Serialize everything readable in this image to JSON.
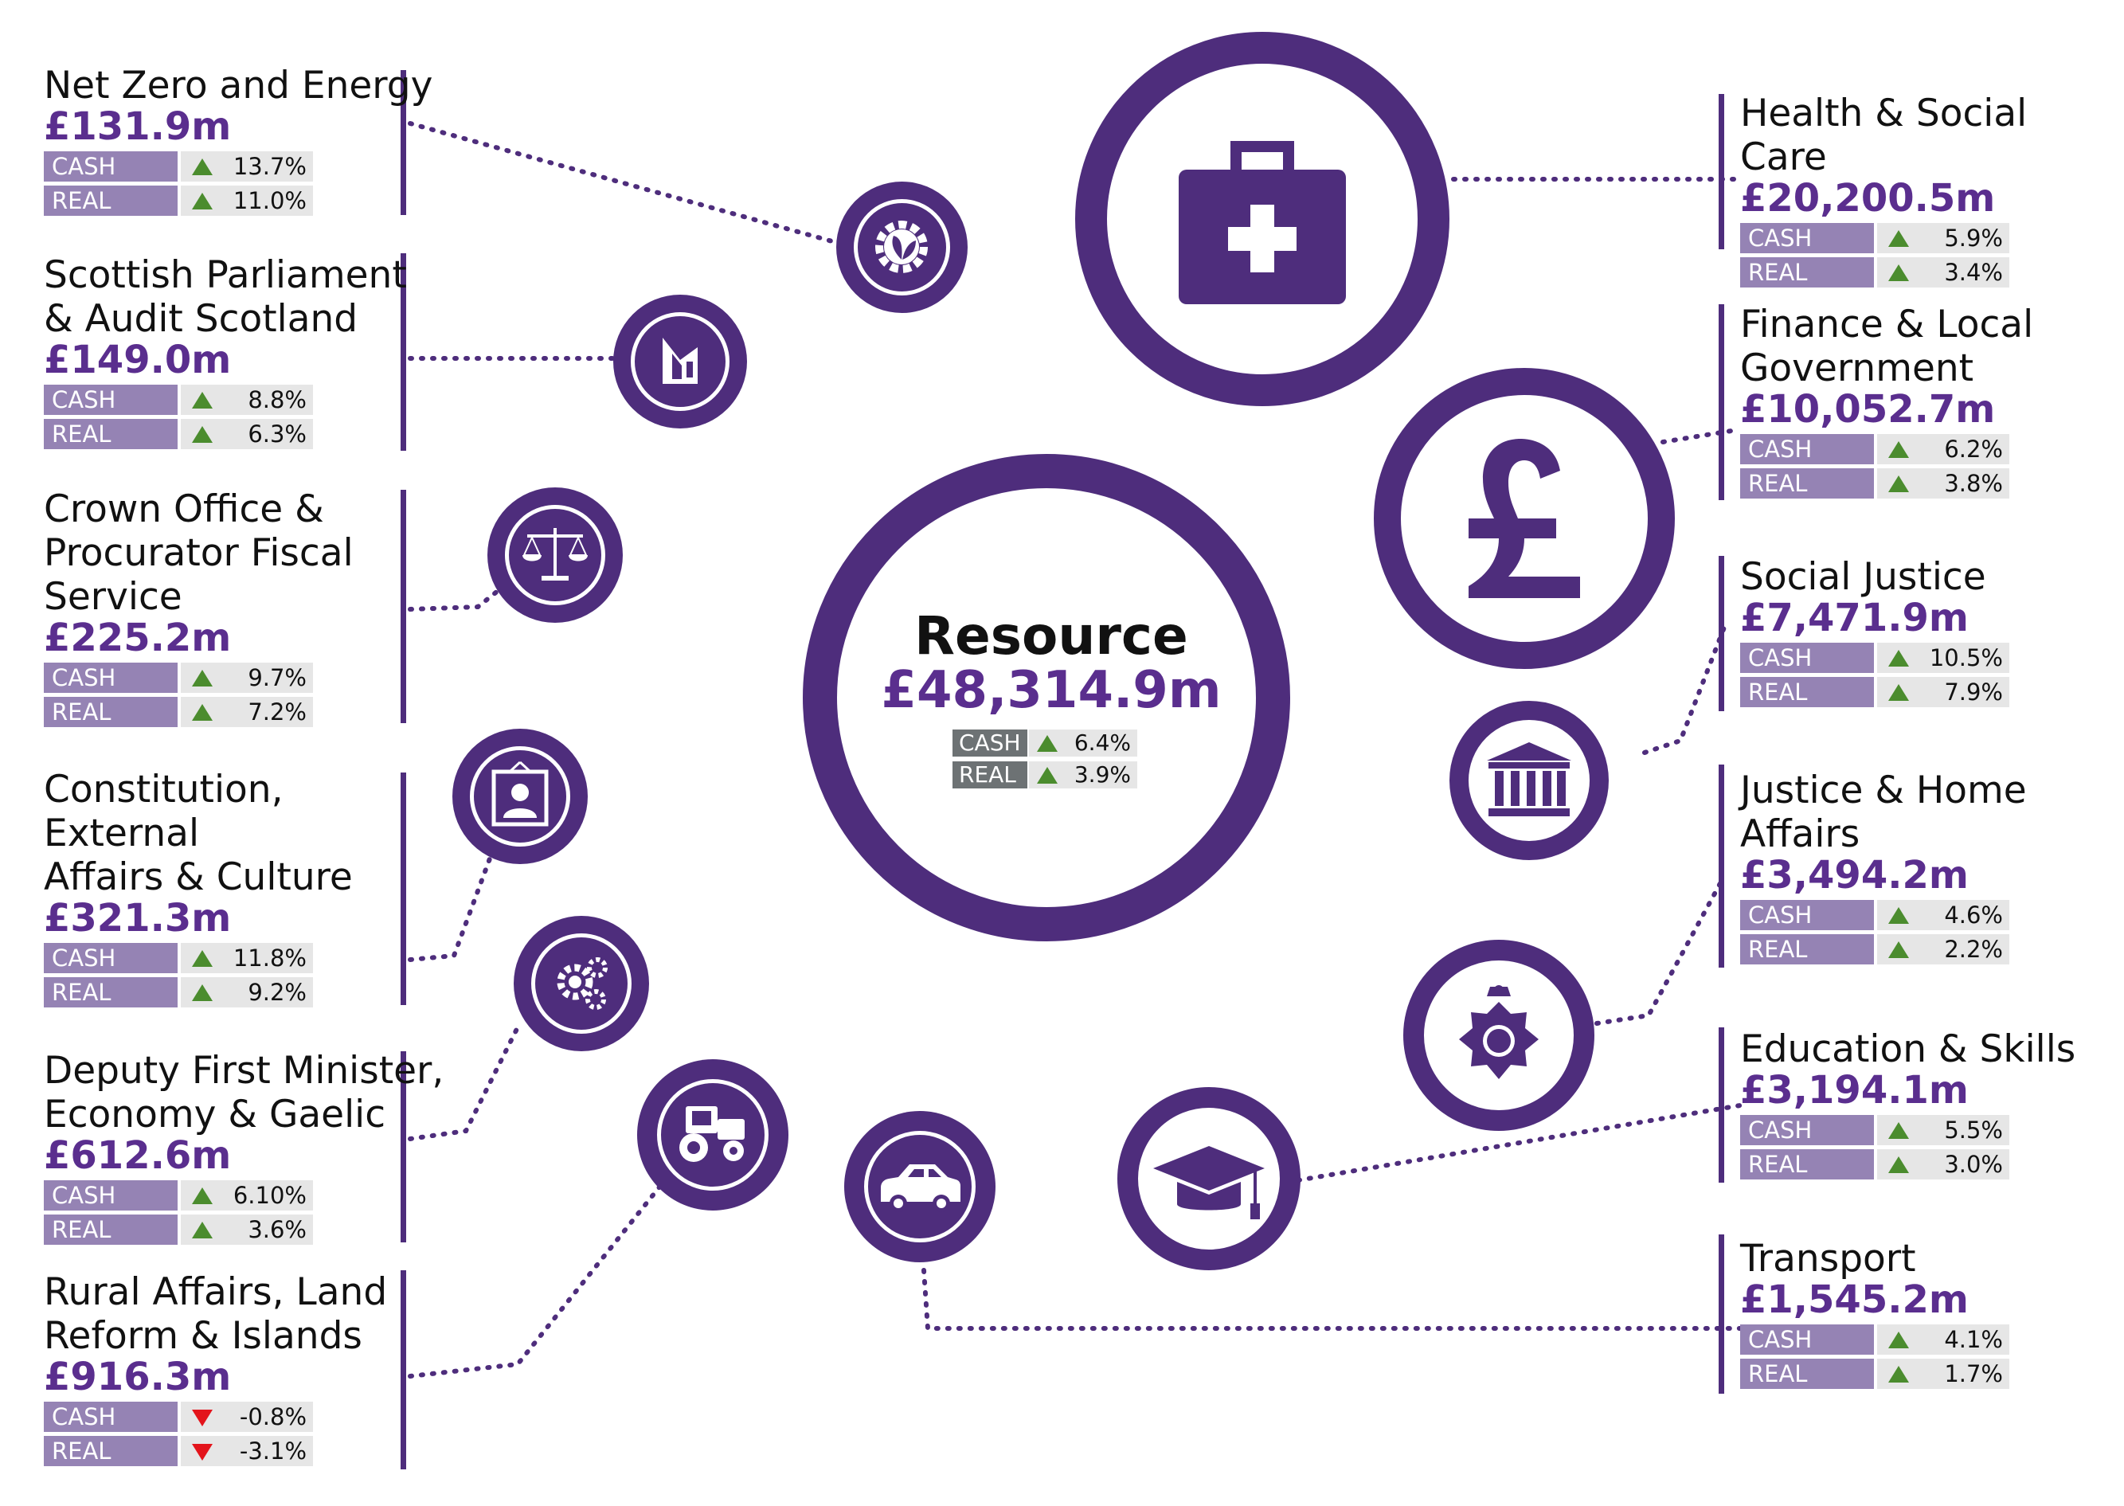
{
  "resource": {
    "title": "Resource",
    "amount": "£48,314.9m",
    "cash_label": "CASH",
    "real_label": "REAL",
    "cash_change": "6.4%",
    "real_change": "3.9%"
  },
  "portfolios_left": [
    {
      "name": "Net Zero and Energy",
      "amount": "£131.9m",
      "cash_label": "CASH",
      "cash": "13.7%",
      "cash_dir": "up",
      "real_label": "REAL",
      "real": "11.0%",
      "real_dir": "up",
      "icon": "gear-leaf-icon"
    },
    {
      "name": "Scottish Parliament\n& Audit Scotland",
      "amount": "£149.0m",
      "cash_label": "CASH",
      "cash": "8.8%",
      "cash_dir": "up",
      "real_label": "REAL",
      "real": "6.3%",
      "real_dir": "up",
      "icon": "parliament-building-icon"
    },
    {
      "name": "Crown Office &\nProcurator Fiscal\nService",
      "amount": "£225.2m",
      "cash_label": "CASH",
      "cash": "9.7%",
      "cash_dir": "up",
      "real_label": "REAL",
      "real": "7.2%",
      "real_dir": "up",
      "icon": "scales-icon"
    },
    {
      "name": "Constitution,\nExternal\nAffairs & Culture",
      "amount": "£321.3m",
      "cash_label": "CASH",
      "cash": "11.8%",
      "cash_dir": "up",
      "real_label": "REAL",
      "real": "9.2%",
      "real_dir": "up",
      "icon": "portrait-frame-icon"
    },
    {
      "name": "Deputy First Minister,\nEconomy & Gaelic",
      "amount": "£612.6m",
      "cash_label": "CASH",
      "cash": "6.10%",
      "cash_dir": "up",
      "real_label": "REAL",
      "real": "3.6%",
      "real_dir": "up",
      "icon": "gears-icon"
    },
    {
      "name": "Rural Affairs, Land\nReform & Islands",
      "amount": "£916.3m",
      "cash_label": "CASH",
      "cash": "-0.8%",
      "cash_dir": "down",
      "real_label": "REAL",
      "real": "-3.1%",
      "real_dir": "down",
      "icon": "tractor-icon"
    }
  ],
  "portfolios_right": [
    {
      "name": "Health & Social Care",
      "amount": "£20,200.5m",
      "cash_label": "CASH",
      "cash": "5.9%",
      "cash_dir": "up",
      "real_label": "REAL",
      "real": "3.4%",
      "real_dir": "up",
      "icon": "medical-bag-icon"
    },
    {
      "name": "Finance & Local\nGovernment",
      "amount": "£10,052.7m",
      "cash_label": "CASH",
      "cash": "6.2%",
      "cash_dir": "up",
      "real_label": "REAL",
      "real": "3.8%",
      "real_dir": "up",
      "icon": "pound-sign-icon"
    },
    {
      "name": "Social Justice",
      "amount": "£7,471.9m",
      "cash_label": "CASH",
      "cash": "10.5%",
      "cash_dir": "up",
      "real_label": "REAL",
      "real": "7.9%",
      "real_dir": "up",
      "icon": "columns-building-icon"
    },
    {
      "name": "Justice & Home\nAffairs",
      "amount": "£3,494.2m",
      "cash_label": "CASH",
      "cash": "4.6%",
      "cash_dir": "up",
      "real_label": "REAL",
      "real": "2.2%",
      "real_dir": "up",
      "icon": "police-badge-icon"
    },
    {
      "name": "Education & Skills",
      "amount": "£3,194.1m",
      "cash_label": "CASH",
      "cash": "5.5%",
      "cash_dir": "up",
      "real_label": "REAL",
      "real": "3.0%",
      "real_dir": "up",
      "icon": "graduation-cap-icon"
    },
    {
      "name": "Transport",
      "amount": "£1,545.2m",
      "cash_label": "CASH",
      "cash": "4.1%",
      "cash_dir": "up",
      "real_label": "REAL",
      "real": "1.7%",
      "real_dir": "up",
      "icon": "car-icon"
    }
  ],
  "colors": {
    "purple": "#4e2d7c",
    "amount_purple": "#5a2e8e",
    "label_purple": "#9583b4",
    "up_green": "#4b8c2e",
    "down_red": "#e3141b",
    "center_label_grey": "#6d7274"
  }
}
